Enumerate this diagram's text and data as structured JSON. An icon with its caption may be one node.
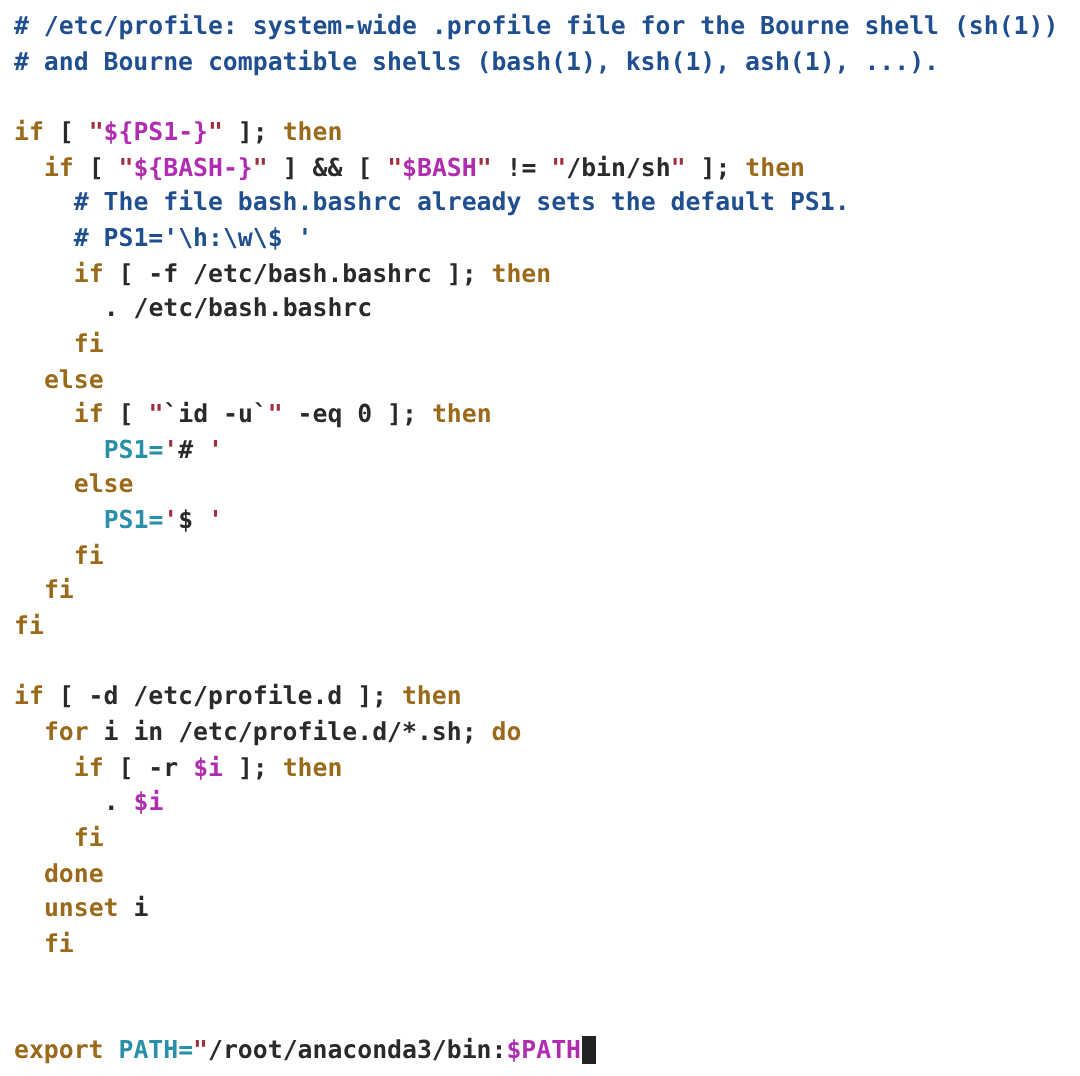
{
  "diagram": {
    "labels": [
      "# /etc/profile: system-wide .profile file for the Bourne shell (sh(1))",
      "# and Bourne compatible shells (bash(1), ksh(1), ash(1), ...).",
      "if [ \"${PS1-}\" ]; then",
      "if [ \"${BASH-}\" ] && [ \"$BASH\" != \"/bin/sh\" ]; then",
      "# The file bash.bashrc already sets the default PS1.",
      "# PS1='\\h:\\w\\$ '",
      "if [ -f /etc/bash.bashrc ]; then",
      ". /etc/bash.bashrc",
      "fi",
      "else",
      "if [ \"`id -u`\" -eq 0 ]; then",
      "PS1='# '",
      "else",
      "PS1='$ '",
      "fi",
      "fi",
      "fi",
      "if [ -d /etc/profile.d ]; then",
      "for i in /etc/profile.d/*.sh; do",
      "if [ -r $i ]; then",
      ". $i",
      "fi",
      "done",
      "unset i",
      "fi",
      "export PATH=\"/root/anaconda3/bin:$PATH"
    ]
  }
}
